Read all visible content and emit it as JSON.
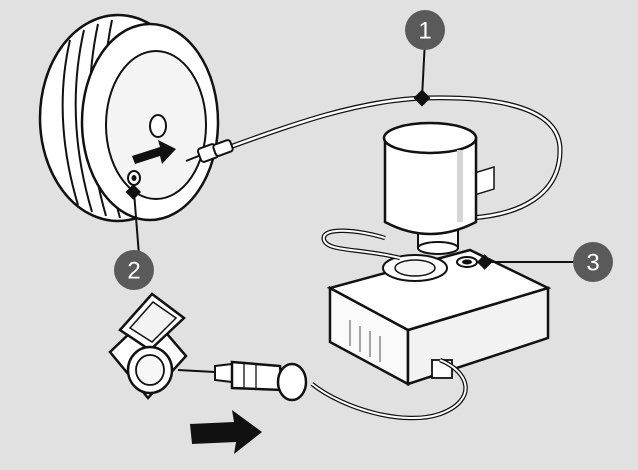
{
  "callouts": {
    "one": "1",
    "two": "2",
    "three": "3"
  },
  "colors": {
    "background": "#e1e1e1",
    "callout": "#5a5a5a",
    "outline": "#111111",
    "component_fill": "#ffffff",
    "shade": "#cfcfcf"
  },
  "icons": [
    "tire-icon",
    "valve-stem-icon",
    "compressor-icon",
    "sealant-bottle-icon",
    "power-outlet-icon",
    "plug-icon",
    "arrow-icon"
  ]
}
